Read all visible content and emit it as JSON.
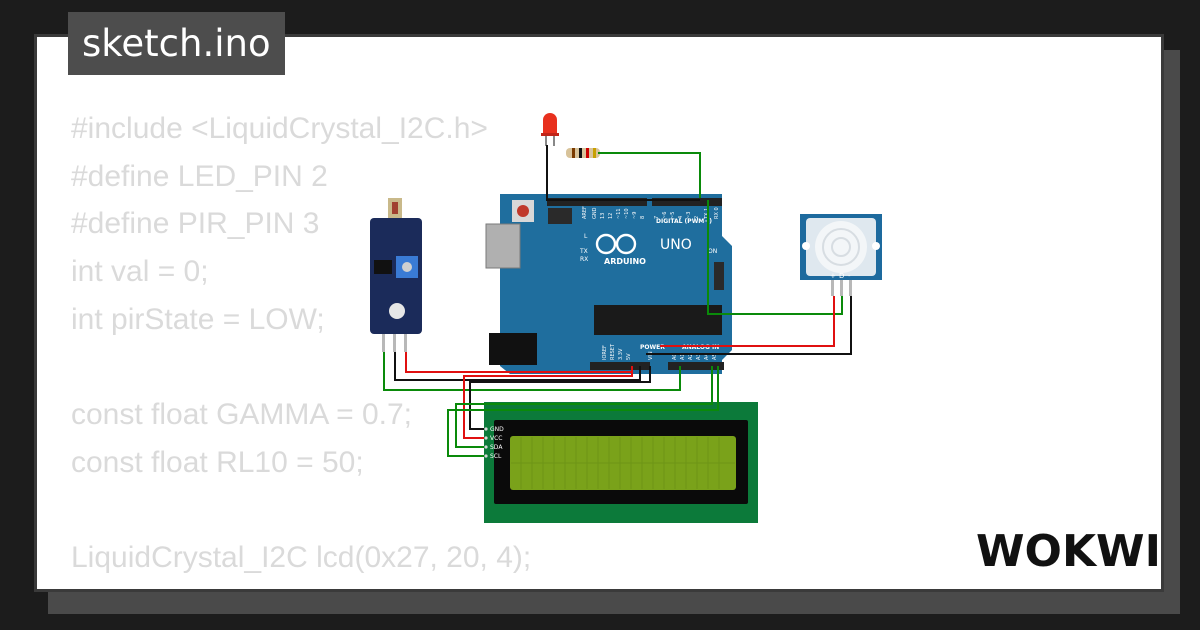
{
  "app": {
    "filename": "sketch.ino",
    "brand": "WOKWI"
  },
  "code": {
    "lines": [
      "#include <LiquidCrystal_I2C.h>",
      "#define LED_PIN 2",
      "#define PIR_PIN 3",
      "int val = 0;",
      "int pirState = LOW;",
      "",
      "const float GAMMA = 0.7;",
      "const float RL10 = 50;",
      "",
      "LiquidCrystal_I2C lcd(0x27, 20, 4);"
    ]
  },
  "arduino": {
    "model_label": "UNO",
    "brand_label": "ARDUINO",
    "digital_label": "DIGITAL (PWM~)",
    "power_label": "POWER",
    "analog_label": "ANALOG IN",
    "aref_label": "AREF",
    "gnd_label": "GND",
    "tx_label": "TX",
    "rx_label": "RX",
    "l_label": "L",
    "on_label": "ON",
    "ioref_label": "IOREF",
    "reset_label": "RESET",
    "v33_label": "3.3V",
    "v5_label": "5V",
    "vin_label": "VIN",
    "digital_pins": [
      "13",
      "12",
      "~11",
      "~10",
      "~9",
      "8",
      "7",
      "~6",
      "~5",
      "4",
      "~3",
      "2",
      "TX 1",
      "RX 0"
    ],
    "analog_pins": [
      "A0",
      "A1",
      "A2",
      "A3",
      "A4",
      "A5"
    ]
  },
  "lcd": {
    "pins": [
      "GND",
      "VCC",
      "SDA",
      "SCL"
    ]
  },
  "pir": {
    "pin_labels": [
      "+",
      "D",
      "-"
    ]
  },
  "colors": {
    "board": "#1f6e9e",
    "lcd_pcb": "#0c7a3a",
    "lcd_screen": "#7aa21a",
    "wire_red": "#e01010",
    "wire_green": "#0a8a0a",
    "wire_black": "#111111",
    "led": "#e8301e"
  }
}
